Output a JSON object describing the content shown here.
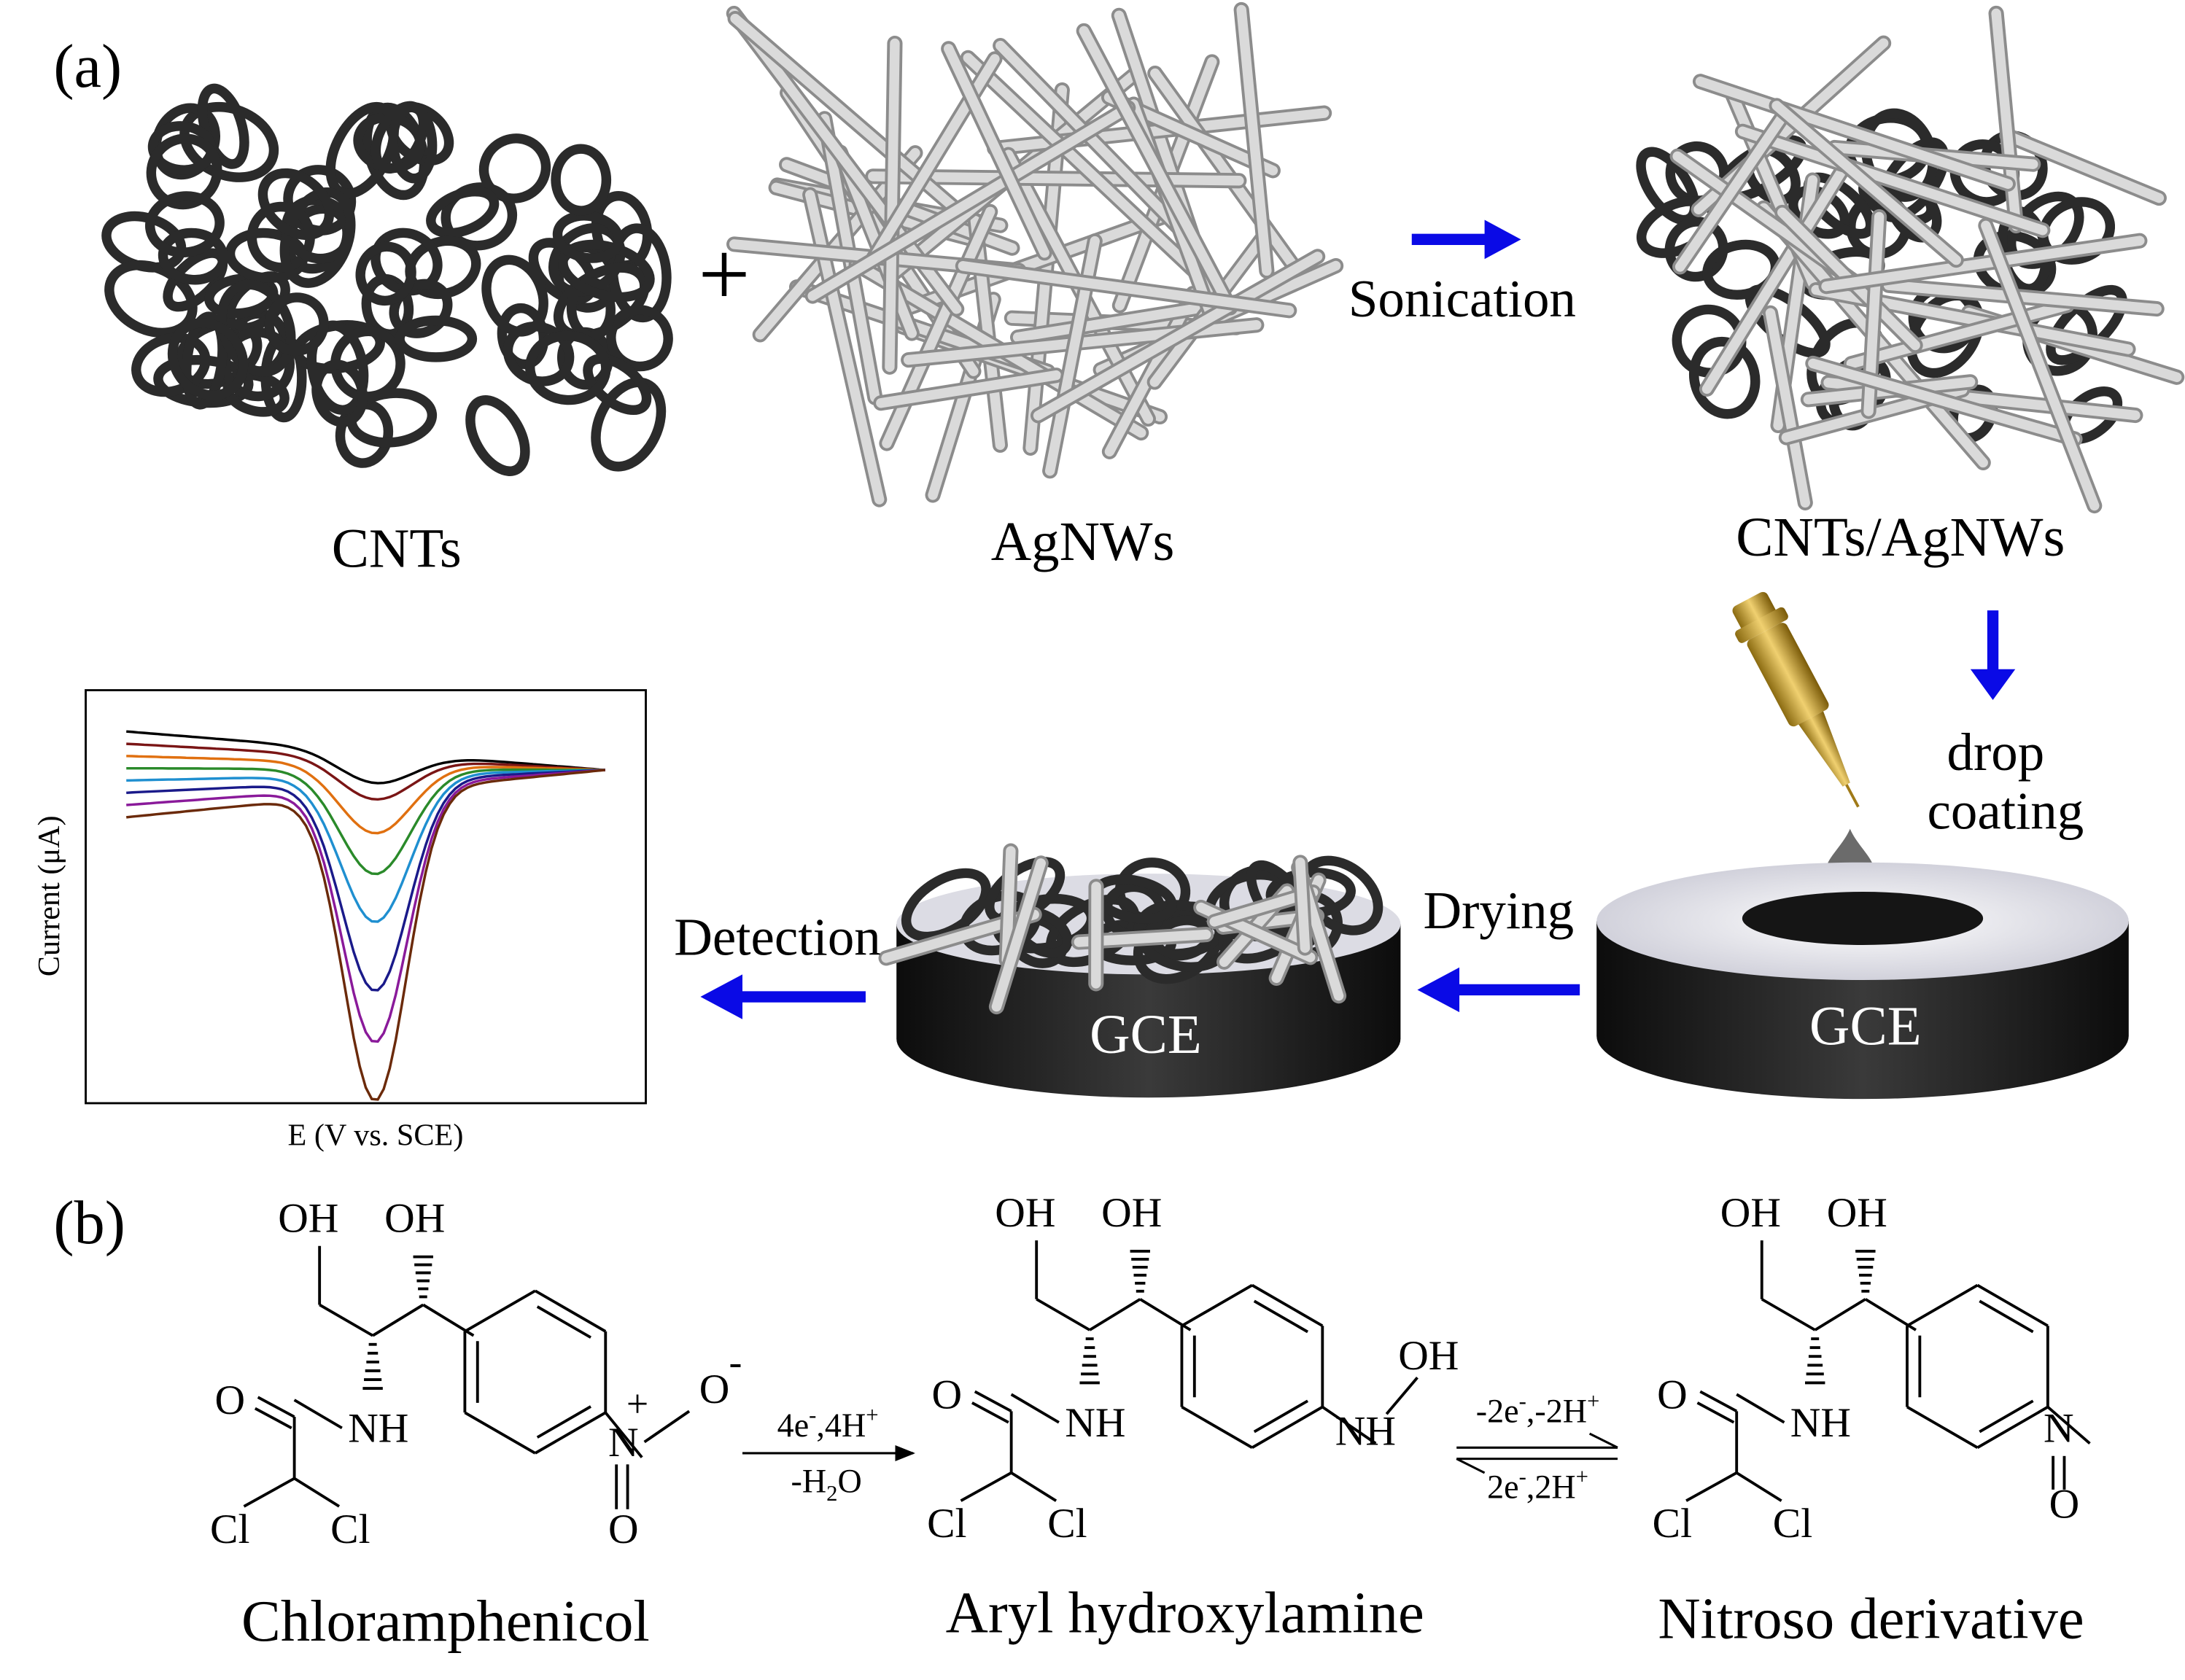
{
  "panel_a": {
    "label": "(a)",
    "plus": "+",
    "cnts_label": "CNTs",
    "agnws_label": "AgNWs",
    "composite_label": "CNTs/AgNWs",
    "step_sonication": "Sonication",
    "step_drop_1": "drop",
    "step_drop_2": "coating",
    "step_drying": "Drying",
    "step_detection": "Detection",
    "electrode_label_modified": "GCE",
    "electrode_label_bare": "GCE",
    "plot_ylabel": "Current (μA)",
    "plot_xlabel": "E (V vs. SCE)",
    "plot_curve_depths": [
      0.12,
      0.2,
      0.3,
      0.42,
      0.6,
      0.73,
      0.88
    ],
    "plot_curve_colors": [
      "#000000",
      "#7a1515",
      "#e07010",
      "#2a8a2a",
      "#1f8fd0",
      "#1a1a8a",
      "#8a1a9a",
      "#6b2a0a"
    ]
  },
  "colors": {
    "arrow": "#0a0ae6",
    "cnt": "#2b2b2b",
    "agnw": "#d6d6d6",
    "electrode": "#1e1e1e"
  },
  "panel_b": {
    "label": "(b)",
    "compound_1": "Chloramphenicol",
    "compound_2": "Aryl hydroxylamine",
    "compound_3": "Nitroso derivative",
    "reaction_1_top_a": "4e",
    "reaction_1_top_sup_a": "-",
    "reaction_1_top_b": ",4H",
    "reaction_1_top_sup_b": "+",
    "reaction_1_bottom_a": "-H",
    "reaction_1_bottom_sub": "2",
    "reaction_1_bottom_b": "O",
    "reaction_2_top_a": "-2e",
    "reaction_2_top_sup_a": "-",
    "reaction_2_top_b": ",-2H",
    "reaction_2_top_sup_b": "+",
    "reaction_2_bottom_a": "2e",
    "reaction_2_bottom_sup_a": "-",
    "reaction_2_bottom_b": ",2H",
    "reaction_2_bottom_sup_b": "+",
    "atoms": {
      "OH": "OH",
      "O": "O",
      "NH": "NH",
      "N": "N",
      "Cl": "Cl",
      "plus": "+",
      "minus": "-"
    }
  }
}
